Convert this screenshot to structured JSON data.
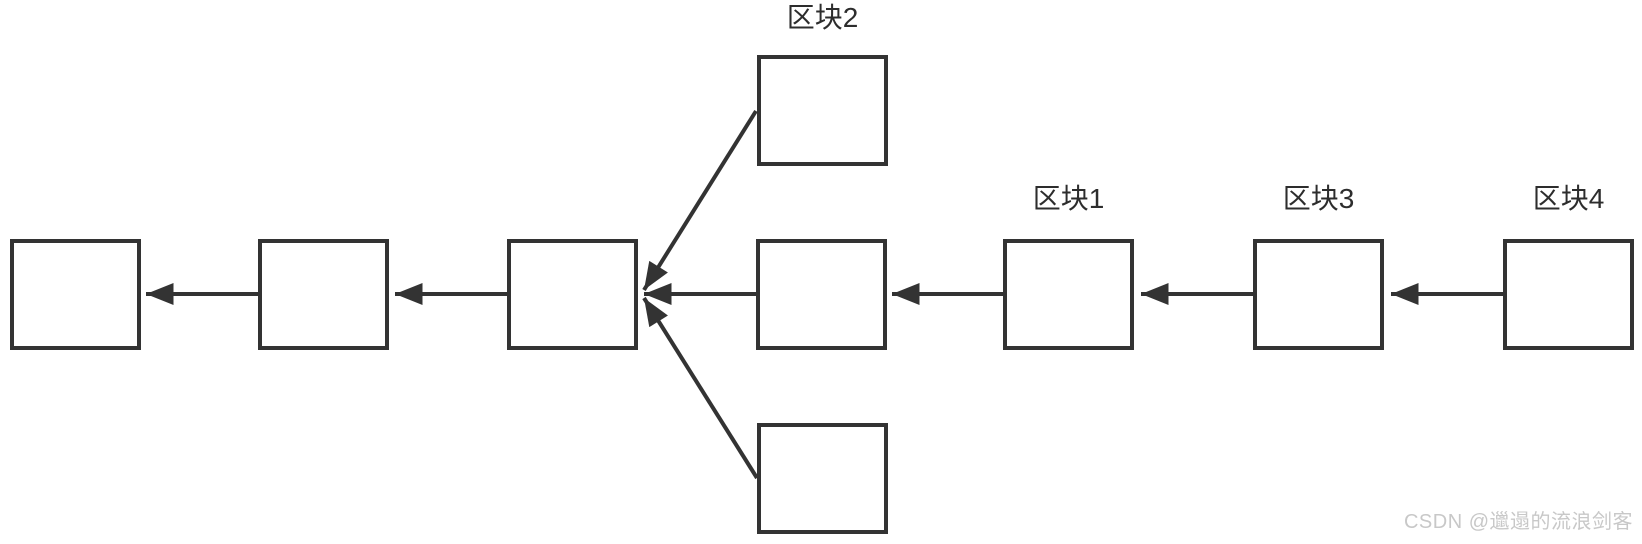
{
  "diagram": {
    "type": "blockchain-fork-diagram",
    "node_labels": {
      "top_fork": "区块2",
      "chain_block1": "区块1",
      "chain_block3": "区块3",
      "chain_block4": "区块4"
    },
    "unlabeled_node_count": 5,
    "arrow_direction": "right-to-left",
    "colors": {
      "stroke": "#333333",
      "label_text": "#2d2d2d",
      "background": "#ffffff"
    }
  },
  "watermark": {
    "text": "CSDN @邋遢的流浪剑客",
    "color": "#c8c8c8"
  }
}
